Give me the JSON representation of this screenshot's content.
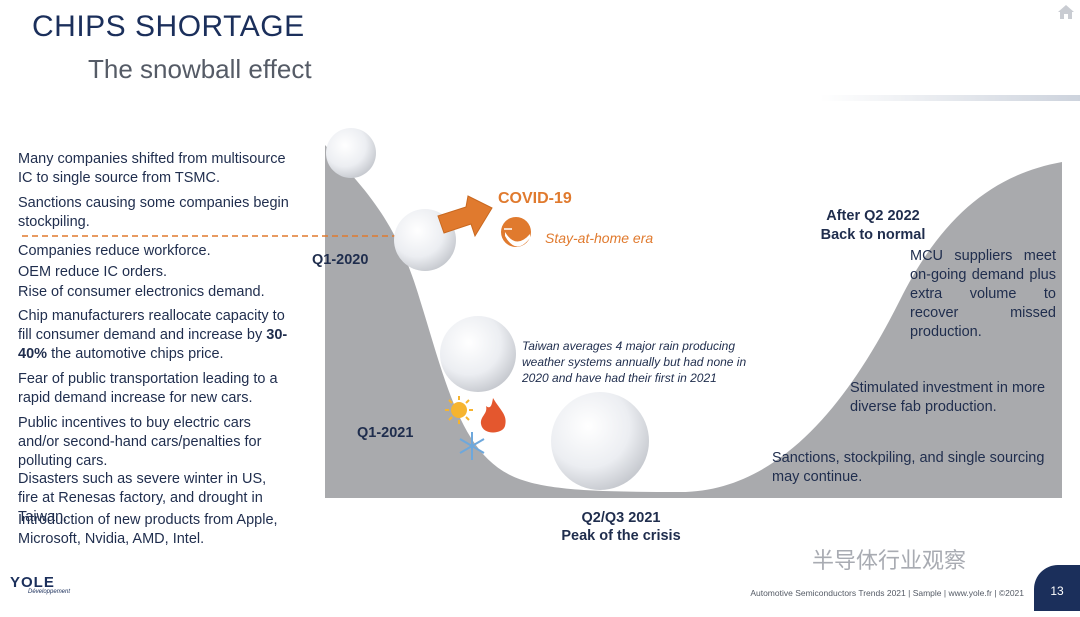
{
  "header": {
    "title": "CHIPS SHORTAGE",
    "subtitle": "The snowball effect"
  },
  "left_list": [
    "Many companies shifted from multisource IC to single source from TSMC.",
    "Sanctions causing some companies begin stockpiling.",
    "Companies reduce workforce.",
    "OEM reduce IC orders.",
    "Rise of consumer electronics demand.",
    "Chip manufacturers reallocate capacity to fill consumer demand and increase by",
    "30-40%",
    "the automotive chips price.",
    "Fear of public transportation leading to a rapid demand increase for new cars.",
    "Public incentives to buy electric cars and/or second-hand cars/penalties for polluting cars.",
    "Disasters such as severe winter in US, fire at Renesas factory, and drought in Taiwan.",
    "Introduction of new products from Apple, Microsoft, Nvidia, AMD, Intel."
  ],
  "phases": {
    "q1_2020": "Q1-2020",
    "q1_2021": "Q1-2021",
    "peak_period": "Q2/Q3 2021",
    "peak_label": "Peak of the crisis",
    "after_period": "After Q2 2022",
    "after_label": "Back to normal"
  },
  "covid": {
    "title": "COVID-19",
    "subtitle": "Stay-at-home era"
  },
  "notes": {
    "taiwan": "Taiwan averages 4 major rain producing weather systems annually but had none in 2020 and have had their first in 2021",
    "mcu": "MCU suppliers meet on-going demand plus extra volume to recover missed production.",
    "investment": "Stimulated investment in more diverse fab production.",
    "sanctions": "Sanctions, stockpiling, and single sourcing may continue."
  },
  "footer": {
    "text": "Automotive Semiconductors Trends 2021 | Sample | www.yole.fr | ©2021",
    "page": "13",
    "watermark": "半导体行业观察",
    "logo": "YOLE",
    "logo_sub": "Développement"
  },
  "colors": {
    "navy": "#1b2f5b",
    "orange": "#e07a2e",
    "curve": "#a9aaad",
    "text": "#1f2d4d"
  }
}
